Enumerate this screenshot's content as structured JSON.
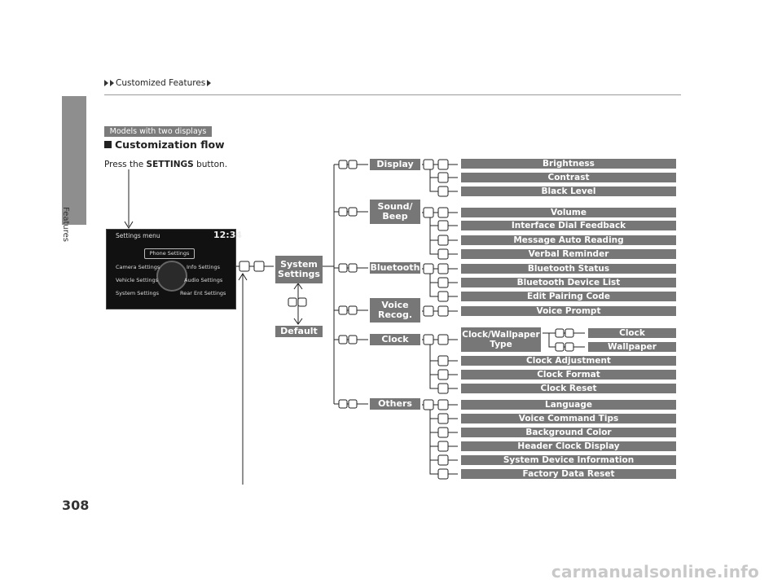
{
  "header": {
    "breadcrumb": "Customized Features"
  },
  "side_tab": {
    "label": "Features"
  },
  "page_number": "308",
  "badge": "Models with two displays",
  "section_title": "Customization flow",
  "instruction": {
    "prefix": "Press the ",
    "button": "SETTINGS",
    "suffix": " button."
  },
  "screen": {
    "title": "Settings menu",
    "time": "12:34",
    "phone": "Phone Settings",
    "camera": "Camera Settings",
    "info": "Info Settings",
    "vehicle": "Vehicle Settings",
    "audio": "Audio Settings",
    "system": "System Settings",
    "rear": "Rear Ent Settings"
  },
  "root": {
    "system": "System Settings",
    "default": "Default"
  },
  "categories": {
    "display": "Display",
    "sound": "Sound/ Beep",
    "bluetooth": "Bluetooth",
    "voice": "Voice Recog.",
    "clock": "Clock",
    "others": "Others"
  },
  "items": {
    "brightness": "Brightness",
    "contrast": "Contrast",
    "black_level": "Black Level",
    "volume": "Volume",
    "interface_dial": "Interface Dial Feedback",
    "message_auto": "Message Auto Reading",
    "verbal_reminder": "Verbal Reminder",
    "bt_status": "Bluetooth Status",
    "bt_device_list": "Bluetooth Device List",
    "edit_pairing": "Edit Pairing Code",
    "voice_prompt": "Voice Prompt",
    "clock_wallpaper_type": "Clock/Wallpaper Type",
    "clock_adjustment": "Clock Adjustment",
    "clock_format": "Clock Format",
    "clock_reset": "Clock Reset",
    "language": "Language",
    "voice_command_tips": "Voice Command Tips",
    "background_color": "Background Color",
    "header_clock_display": "Header Clock Display",
    "system_device_info": "System Device Information",
    "factory_reset": "Factory Data Reset",
    "clock": "Clock",
    "wallpaper": "Wallpaper"
  },
  "watermark": "carmanualsonline.info"
}
